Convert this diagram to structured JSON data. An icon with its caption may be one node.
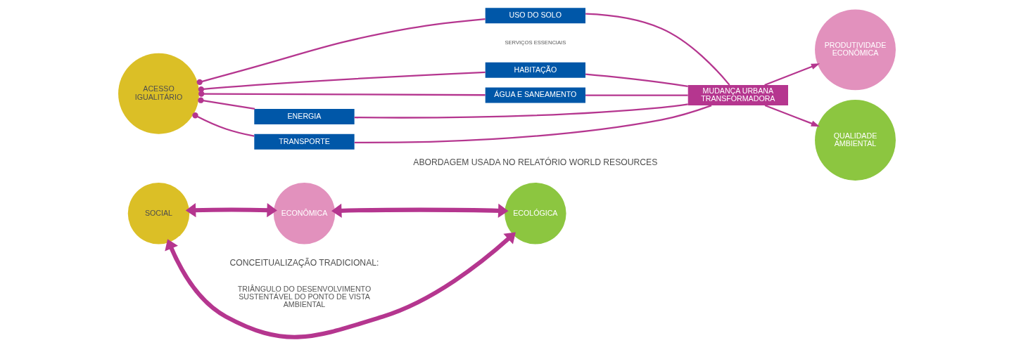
{
  "diagram": {
    "nodes": [
      {
        "text": [
          "ECONÔMICA"
        ]
      },
      {
        "text": [
          "SOCIAL"
        ]
      },
      {
        "text": [
          "ECOLÓGICA"
        ]
      },
      {
        "text": [
          "ACESSO IGUALITÁRIO"
        ]
      },
      {
        "text": [
          "USO DO SOLO"
        ]
      },
      {
        "text": [
          "HABITAÇÃO"
        ]
      },
      {
        "text": [
          "ÁGUA E SANEAMENTO"
        ]
      },
      {
        "text": [
          "ENERGIA"
        ]
      },
      {
        "text": [
          "TRANSPORTE"
        ]
      },
      {
        "text": [
          "MUDANÇA URBANA TRANSFORMADORA"
        ]
      },
      {
        "text": [
          "PRODUTIVIDADE ECONÔMICA"
        ]
      },
      {
        "text": [
          "QUALIDADE AMBIENTAL"
        ]
      }
    ],
    "edges": [
      {
        "from": 0,
        "to": 1,
        "arrow": "both",
        "style": "thick"
      },
      {
        "from": 0,
        "to": 2,
        "arrow": "both",
        "style": "thick"
      },
      {
        "from": 1,
        "to": 2,
        "arrow": "both",
        "style": "thick"
      },
      {
        "from": 3,
        "to": 4,
        "arrow": "other"
      },
      {
        "from": 3,
        "to": 5,
        "arrow": "other"
      },
      {
        "from": 3,
        "to": 6,
        "arrow": "other"
      },
      {
        "from": 3,
        "to": 7,
        "arrow": "other"
      },
      {
        "from": 3,
        "to": 8,
        "arrow": "other"
      },
      {
        "from": 4,
        "to": 9,
        "arrow": "none"
      },
      {
        "from": 5,
        "to": 9,
        "arrow": "none"
      },
      {
        "from": 6,
        "to": 9,
        "arrow": "none"
      },
      {
        "from": 7,
        "to": 9,
        "arrow": "none"
      },
      {
        "from": 8,
        "to": 9,
        "arrow": "none"
      },
      {
        "from": 9,
        "to": 10,
        "arrow": "to"
      },
      {
        "from": 9,
        "to": 11,
        "arrow": "to"
      }
    ],
    "labels": [
      "SERVIÇOS ESSENCIAIS",
      "CONCEITUALIZAÇÃO TRADICIONAL:",
      "TRIÂNGULO DO DESENVOLVIMENTO SUSTENTÁVEL DO PONTO DE VISTA AMBIENTAL",
      "ABORDAGEM USADA NO RELATÓRIO WORLD RESOURCES"
    ]
  }
}
